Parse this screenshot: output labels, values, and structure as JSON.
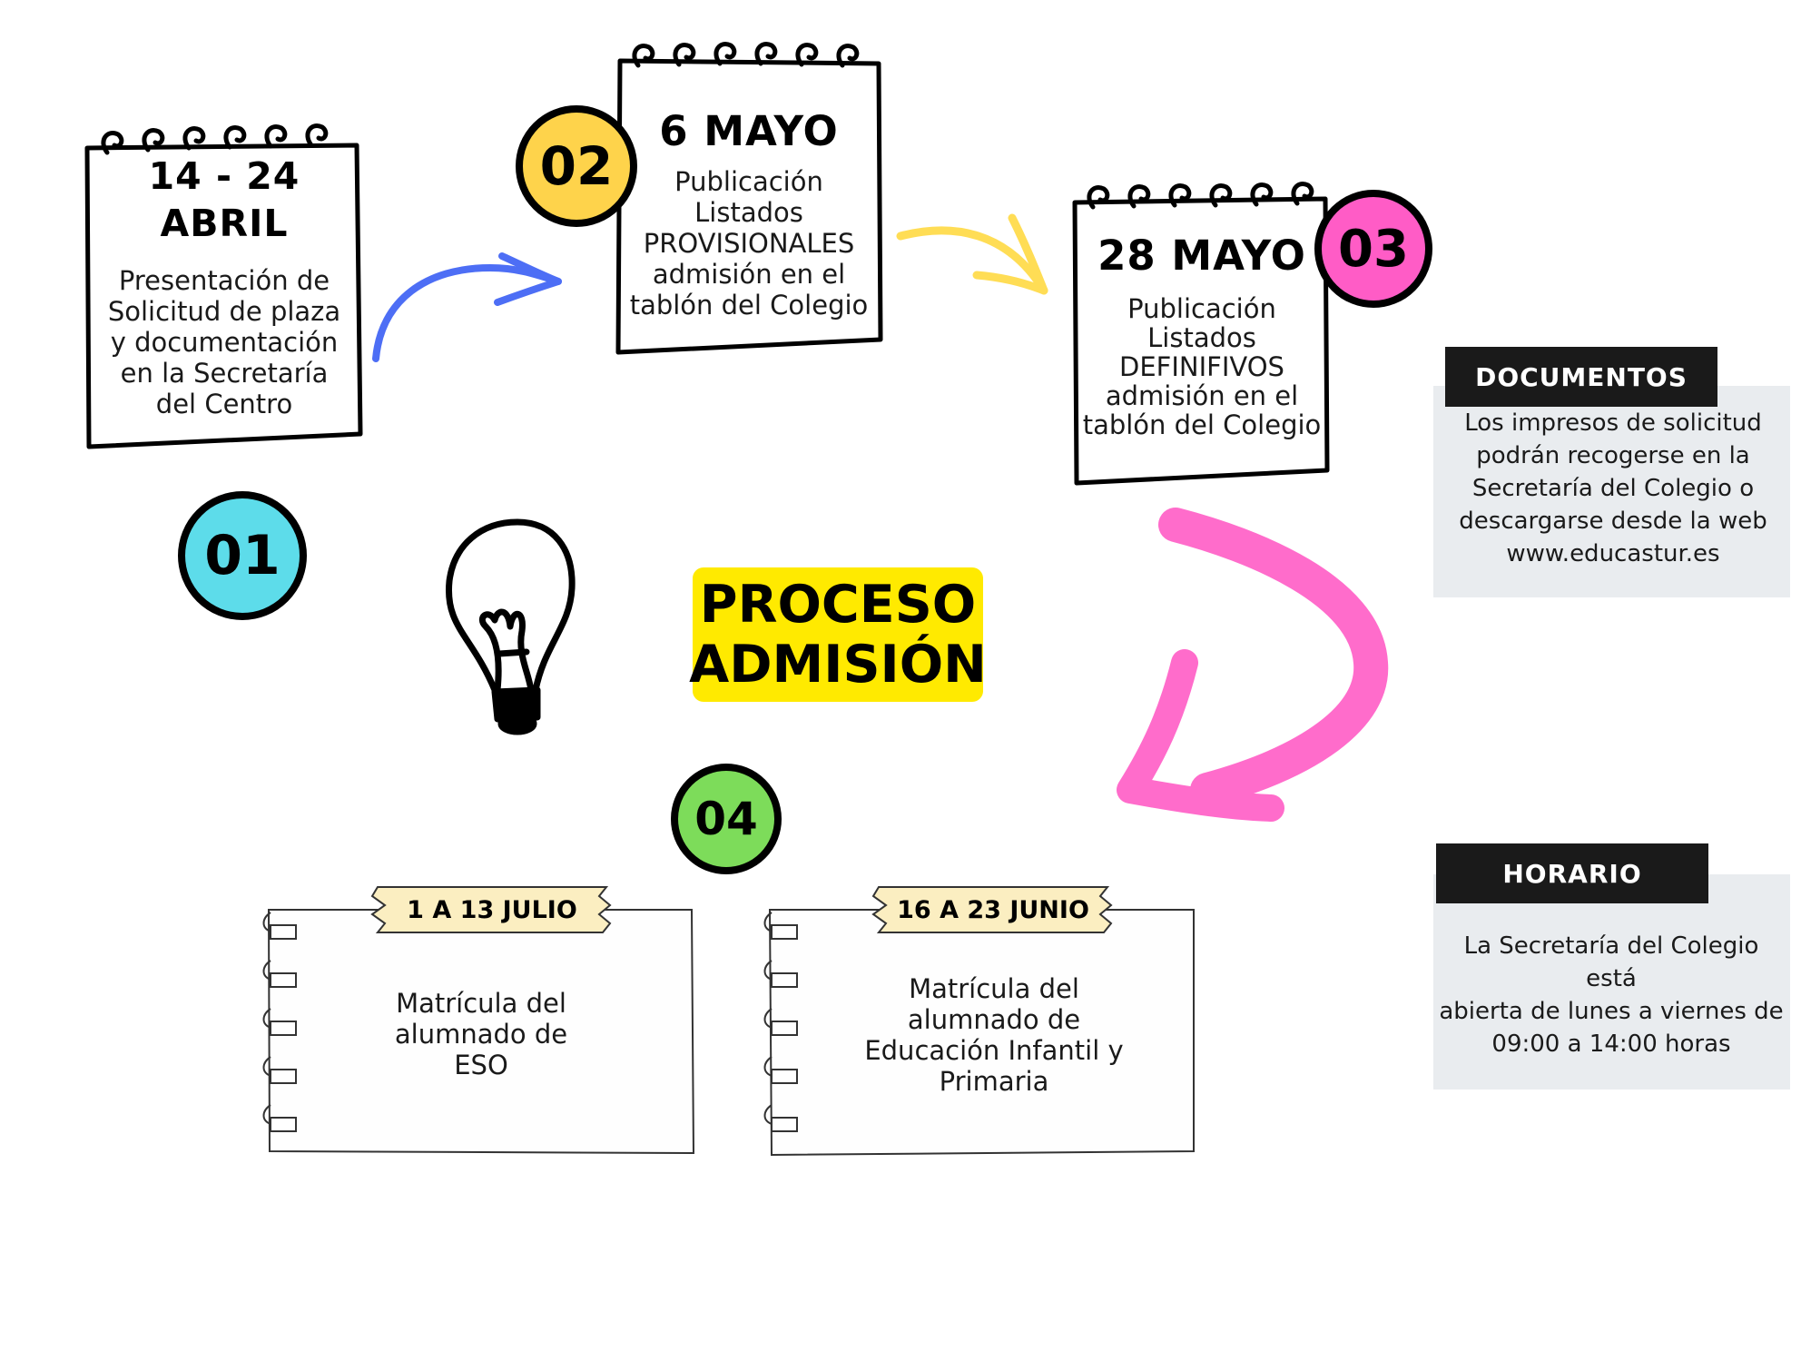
{
  "colors": {
    "badge01": "#5ddcea",
    "badge02": "#fed34b",
    "badge03": "#ff5cc6",
    "badge04": "#7ddc5a",
    "title_bg": "#ffea00",
    "arrow1": "#4d6ef5",
    "arrow2": "#ffdd55",
    "arrow3": "#ff6ccb",
    "tape": "#fbeec1",
    "panel_bg": "#e9ecef",
    "panel_title_bg": "#1a1a1a"
  },
  "steps": [
    {
      "badge": "01",
      "date_line1": "14 - 24",
      "date_line2": "ABRIL",
      "text": [
        "Presentación de",
        "Solicitud de plaza",
        "y documentación",
        "en la Secretaría",
        "del Centro"
      ]
    },
    {
      "badge": "02",
      "date": "6 MAYO",
      "text": [
        "Publicación",
        "Listados",
        "PROVISIONALES",
        "admisión en el",
        "tablón del Colegio"
      ]
    },
    {
      "badge": "03",
      "date": "28 MAYO",
      "text": [
        "Publicación",
        "Listados",
        "DEFINIFIVOS",
        "admisión en el",
        "tablón del Colegio"
      ]
    },
    {
      "badge": "04"
    }
  ],
  "title": {
    "line1": "PROCESO",
    "line2": "ADMISIÓN"
  },
  "icons": {
    "bulb": "lightbulb-icon"
  },
  "notes": [
    {
      "tape": "1 A 13 JULIO",
      "text": [
        "Matrícula del",
        "alumnado de",
        "ESO"
      ]
    },
    {
      "tape": "16 A 23 JUNIO",
      "text": [
        "Matrícula del",
        "alumnado de",
        "Educación Infantil y",
        "Primaria"
      ]
    }
  ],
  "documentos": {
    "title": "DOCUMENTOS",
    "text": [
      "Los impresos de solicitud",
      "podrán recogerse en la",
      "Secretaría del Colegio o",
      "descargarse desde la web",
      "www.educastur.es"
    ]
  },
  "horario": {
    "title": "HORARIO",
    "text": [
      "La Secretaría del Colegio está",
      "abierta de lunes a viernes de",
      "09:00 a 14:00 horas"
    ]
  }
}
